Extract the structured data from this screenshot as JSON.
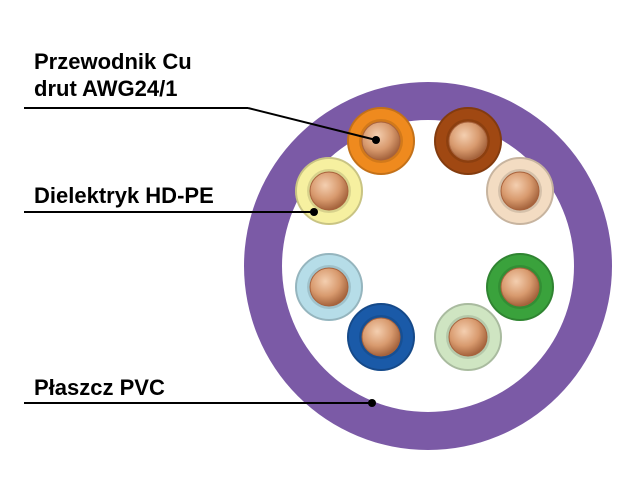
{
  "labels": {
    "conductor_line1": "Przewodnik Cu",
    "conductor_line2": "drut AWG24/1",
    "dielectric": "Dielektryk HD-PE",
    "jacket": "Płaszcz PVC"
  },
  "colors": {
    "jacket": "#7b5aa6",
    "jacket_inner_fill": "#ffffff",
    "copper_light": "#e8b088",
    "copper_dark": "#a8623c",
    "leader_line": "#000000",
    "wires": [
      "#ef8a1e",
      "#a04812",
      "#f3dcc2",
      "#3aa23c",
      "#cfe5c2",
      "#1a5aa8",
      "#b6dde8",
      "#f6f0a0"
    ]
  }
}
